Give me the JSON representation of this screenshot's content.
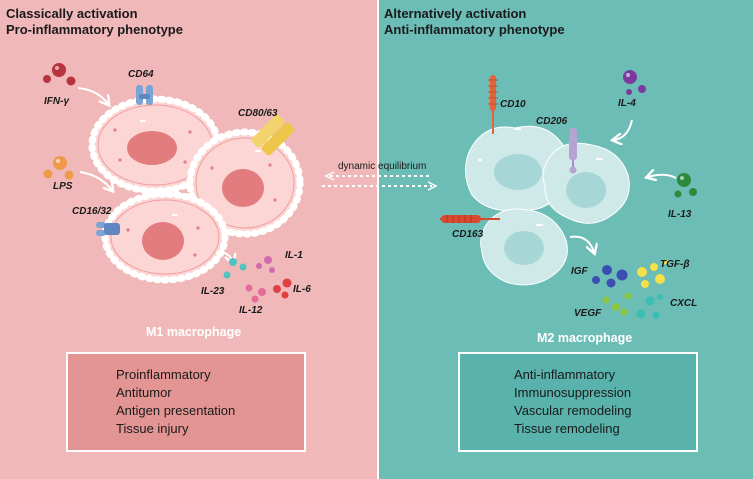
{
  "colors": {
    "left_bg": "#f0b8b8",
    "right_bg": "#6dbdb7",
    "m1_box": "#e39594",
    "m2_box": "#5ab2ac",
    "m1_cell": "#fbd6d4",
    "m1_nucleus": "#e37c7e",
    "m2_cell": "#cfe9e9",
    "m2_nucleus": "#a6d7d6"
  },
  "left": {
    "title_line1": "Classically activation",
    "title_line2": "Pro-inflammatory phenotype",
    "labels": {
      "ifn": "IFN-γ",
      "lps": "LPS",
      "cd64": "CD64",
      "cd80": "CD80/63",
      "cd16": "CD16/32",
      "il1": "IL-1",
      "il23": "IL-23",
      "il6": "IL-6",
      "il12": "IL-12"
    },
    "macrophage": "M1 macrophage",
    "functions": [
      "Proinflammatory",
      "Antitumor",
      "Antigen presentation",
      "Tissue injury"
    ]
  },
  "center": {
    "equilibrium": "dynamic equilibrium"
  },
  "right": {
    "title_line1": "Alternatively activation",
    "title_line2": "Anti-inflammatory phenotype",
    "labels": {
      "cd10": "CD10",
      "il4": "IL-4",
      "cd206": "CD206",
      "il13": "IL-13",
      "cd163": "CD163",
      "igf": "IGF",
      "tgf": "TGF-β",
      "vegf": "VEGF",
      "cxcl": "CXCL"
    },
    "macrophage": "M2 macrophage",
    "functions": [
      "Anti-inflammatory",
      "Immunosuppression",
      "Vascular remodeling",
      "Tissue remodeling"
    ]
  }
}
